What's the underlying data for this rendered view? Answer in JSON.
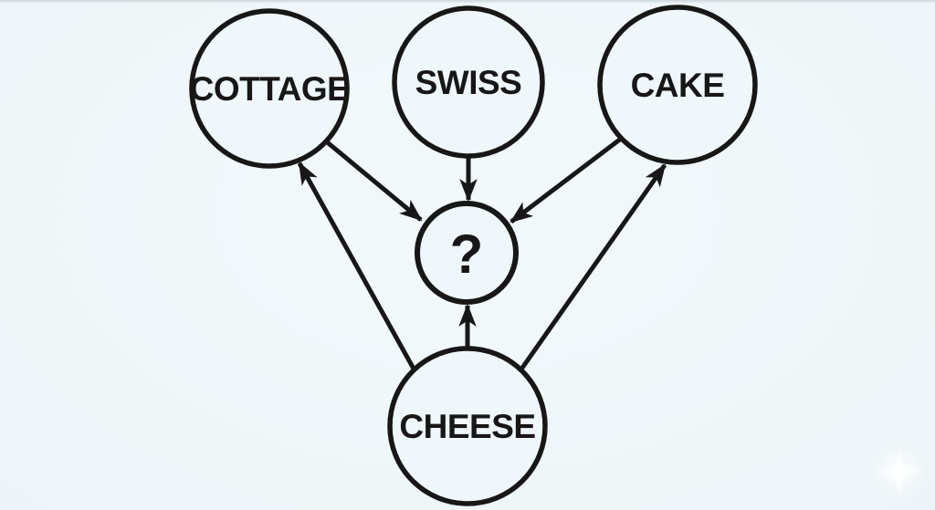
{
  "colors": {
    "bg": "#edf4f7",
    "bg_center": "#f3f9fb",
    "bg_edge": "#e5edf1",
    "ink": "#171717",
    "node_fill": "#f0f7fa",
    "sparkle": "#ffffff"
  },
  "diagram": {
    "type": "concept-map-puzzle",
    "nodes": [
      {
        "id": "cottage",
        "label": "COTTAGE"
      },
      {
        "id": "swiss",
        "label": "SWISS"
      },
      {
        "id": "cake",
        "label": "CAKE"
      },
      {
        "id": "unknown",
        "label": "?"
      },
      {
        "id": "cheese",
        "label": "CHEESE"
      }
    ],
    "edges": [
      {
        "from": "cottage",
        "to": "unknown"
      },
      {
        "from": "swiss",
        "to": "unknown"
      },
      {
        "from": "cake",
        "to": "unknown"
      },
      {
        "from": "cheese",
        "to": "unknown"
      },
      {
        "from": "cheese",
        "to": "cottage"
      },
      {
        "from": "cheese",
        "to": "cake"
      }
    ]
  },
  "decorations": {
    "sparkle_icon": "four-point-star"
  }
}
